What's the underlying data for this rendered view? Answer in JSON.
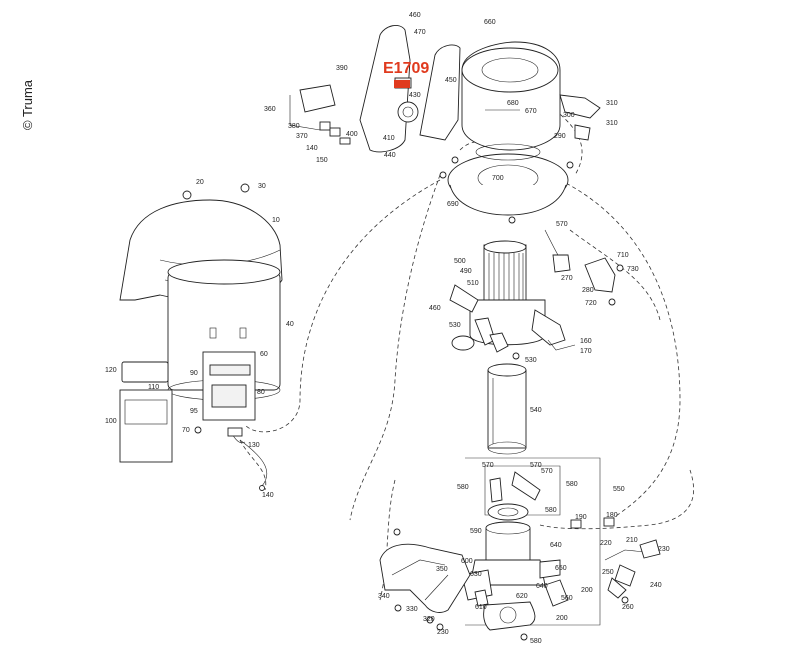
{
  "copyright": "© Truma",
  "highlight": {
    "code": "E1709",
    "color": "#e03a1e"
  },
  "labels": {
    "p10": "10",
    "p20": "20",
    "p30": "30",
    "p40": "40",
    "p60": "60",
    "p70": "70",
    "p80": "80",
    "p90": "90",
    "p95": "95",
    "p100": "100",
    "p110": "110",
    "p120": "120",
    "p130": "130",
    "p140a": "140",
    "p140b": "140",
    "p150": "150",
    "p160": "160",
    "p170": "170",
    "p180": "180",
    "p190": "190",
    "p200a": "200",
    "p200b": "200",
    "p210": "210",
    "p220": "220",
    "p230a": "230",
    "p230b": "230",
    "p240": "240",
    "p250": "250",
    "p260": "260",
    "p270": "270",
    "p280": "280",
    "p290": "290",
    "p300": "300",
    "p310a": "310",
    "p310b": "310",
    "p320": "320",
    "p330": "330",
    "p340": "340",
    "p350": "350",
    "p360": "360",
    "p370": "370",
    "p380": "380",
    "p390": "390",
    "p400": "400",
    "p410": "410",
    "p430": "430",
    "p440": "440",
    "p450": "450",
    "p460a": "460",
    "p460b": "460",
    "p470": "470",
    "p490": "490",
    "p500": "500",
    "p510": "510",
    "p530a": "530",
    "p530b": "530",
    "p540": "540",
    "p550": "550",
    "p560": "560",
    "p570a": "570",
    "p570b": "570",
    "p570c": "570",
    "p570d": "570",
    "p580a": "580",
    "p580b": "580",
    "p580c": "580",
    "p590": "590",
    "p600": "600",
    "p610": "610",
    "p620": "620",
    "p630": "630",
    "p640a": "640",
    "p640b": "640",
    "p650": "650",
    "p660": "660",
    "p670": "670",
    "p680": "680",
    "p690": "690",
    "p700": "700",
    "p710": "710",
    "p720": "720",
    "p730": "730"
  }
}
